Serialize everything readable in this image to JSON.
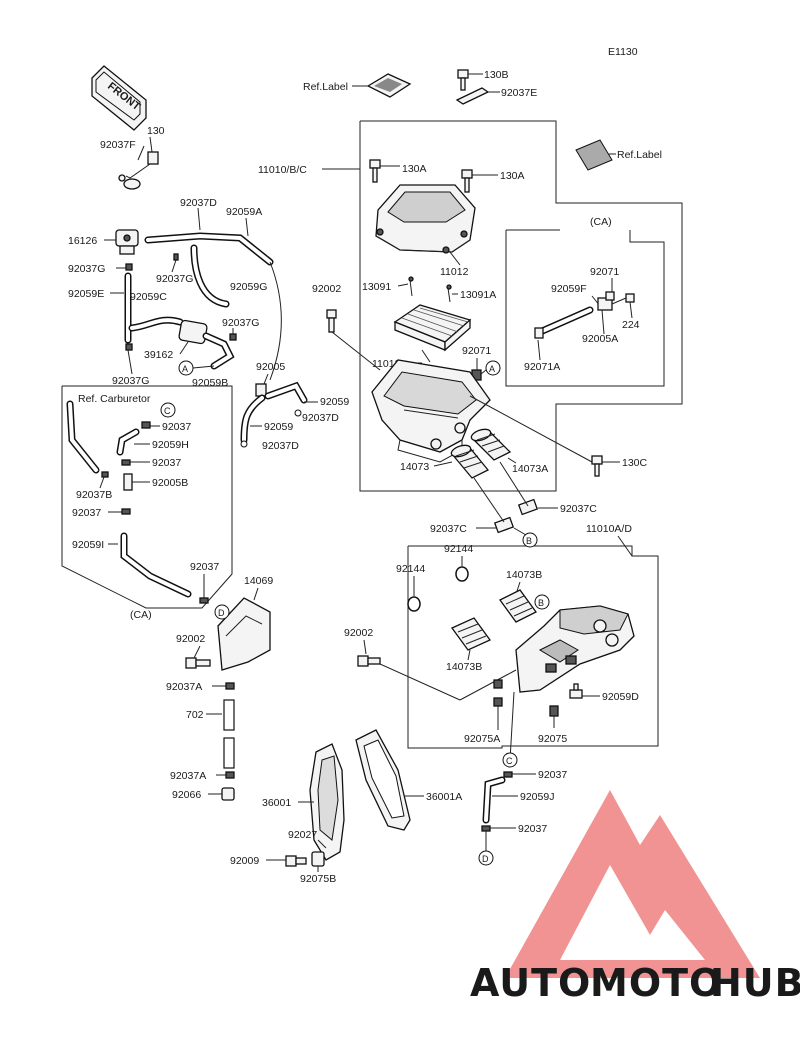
{
  "diagram_id": "E1130",
  "front_label": "FRONT",
  "ref_label_1": "Ref.Label",
  "ref_label_2": "Ref.Label",
  "ref_carburetor": "Ref. Carburetor",
  "ca_top": "(CA)",
  "ca_left": "(CA)",
  "circles": {
    "a": "A",
    "b": "B",
    "c": "C",
    "d": "D"
  },
  "parts": {
    "p130B": "130B",
    "p92037E": "92037E",
    "p130": "130",
    "p92037F": "92037F",
    "p11010BC": "11010/B/C",
    "p130A_1": "130A",
    "p130A_2": "130A",
    "p11012": "11012",
    "p92037D_top": "92037D",
    "p92059A": "92059A",
    "p16126": "16126",
    "p92037G_1": "92037G",
    "p92037G_2": "92037G",
    "p92059G": "92059G",
    "p92059E": "92059E",
    "p92059C": "92059C",
    "p92037G_3": "92037G",
    "p39162": "39162",
    "p92059B": "92059B",
    "p92037G_4": "92037G",
    "p92002_top": "92002",
    "p13091": "13091",
    "p13091A": "13091A",
    "p92071_top": "92071",
    "p92059F": "92059F",
    "p224": "224",
    "p92005A": "92005A",
    "p92071A": "92071A",
    "p11013": "11013",
    "p92071_mid": "92071",
    "p92005": "92005",
    "p92059": "92059",
    "p92059_2": "92059",
    "p92037D_mid1": "92037D",
    "p92037D_mid2": "92037D",
    "p92037_c": "92037",
    "p92059H": "92059H",
    "p92037_c2": "92037",
    "p92037B": "92037B",
    "p92005B": "92005B",
    "p92037_l": "92037",
    "p92059I": "92059I",
    "p92037_l2": "92037",
    "p14073": "14073",
    "p14073A": "14073A",
    "p130C": "130C",
    "p92037C_1": "92037C",
    "p92037C_2": "92037C",
    "p11010AD": "11010A/D",
    "p92144_1": "92144",
    "p92144_2": "92144",
    "p14073B_1": "14073B",
    "p14073B_2": "14073B",
    "p14069": "14069",
    "p92002_l": "92002",
    "p92037A_1": "92037A",
    "p92002_m": "92002",
    "p92059D": "92059D",
    "p92075A": "92075A",
    "p92075": "92075",
    "p702": "702",
    "p92037A_2": "92037A",
    "p92066": "92066",
    "p92037_b1": "92037",
    "p92059J": "92059J",
    "p92037_b2": "92037",
    "p36001": "36001",
    "p36001A": "36001A",
    "p92027": "92027",
    "p92009": "92009",
    "p92075B": "92075B"
  },
  "watermark": {
    "auto": "AUTO",
    "moto": "MOTO",
    "hub": "HUB"
  },
  "colors": {
    "watermark_triangle": "#f08080",
    "watermark_auto": "#f4b183",
    "watermark_hub": "#8a8a8a"
  }
}
